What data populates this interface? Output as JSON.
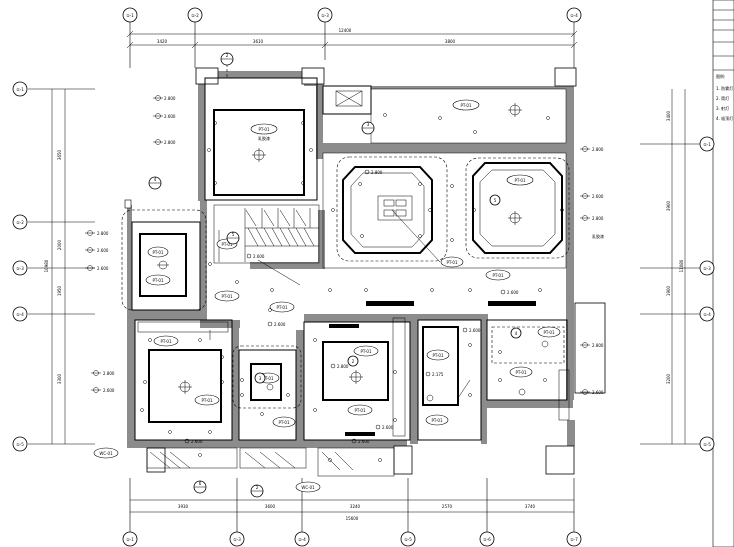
{
  "grid_top": [
    "①-1",
    "①-2",
    "①-3",
    "①-4"
  ],
  "grid_bottom": [
    "①-1",
    "①-3",
    "①-4",
    "①-5",
    "①-6",
    "①-7"
  ],
  "grid_left": [
    "①-1",
    "①-2",
    "①-3",
    "①-4",
    "①-5"
  ],
  "grid_right": [
    "①-1",
    "①-3",
    "①-4",
    "①-5"
  ],
  "dims_top": [
    "12400",
    "3420",
    "3610",
    "3800"
  ],
  "dims_bottom": [
    "15600",
    "3930",
    "3600",
    "3240",
    "2570",
    "3740"
  ],
  "dims_left": [
    "10980",
    "3650",
    "2000",
    "1950",
    "3300"
  ],
  "dims_right": [
    "11080",
    "3400",
    "3900",
    "1900",
    "3200"
  ],
  "elevations": {
    "e2800": "2.800",
    "e2600": "2.600",
    "e2175": "2.175"
  },
  "tags": {
    "pt01": "PT-01",
    "wc01": "WC-01",
    "sub": "乳胶漆"
  },
  "index_tags": [
    "2",
    "3",
    "4",
    "5",
    "6"
  ],
  "legend_labels": [
    "图例:",
    "1. 防雾灯",
    "2. 筒灯",
    "3. 射灯",
    "4. 吸顶灯"
  ]
}
